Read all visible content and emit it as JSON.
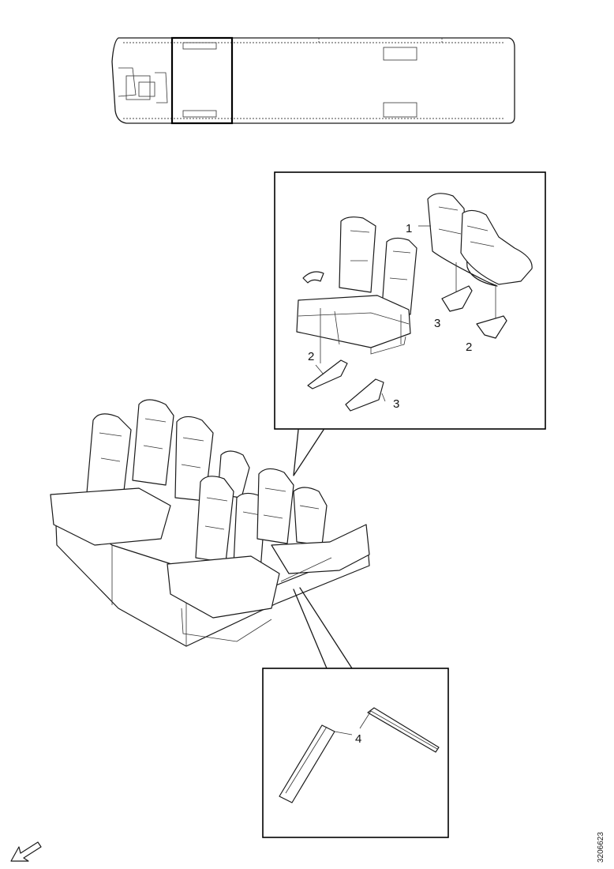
{
  "callouts": {
    "c1": "1",
    "c2a": "2",
    "c2b": "2",
    "c3a": "3",
    "c3b": "3",
    "c4": "4"
  },
  "drawing_code": "3206623",
  "icons": {
    "direction_arrow": "direction-arrow-icon"
  }
}
